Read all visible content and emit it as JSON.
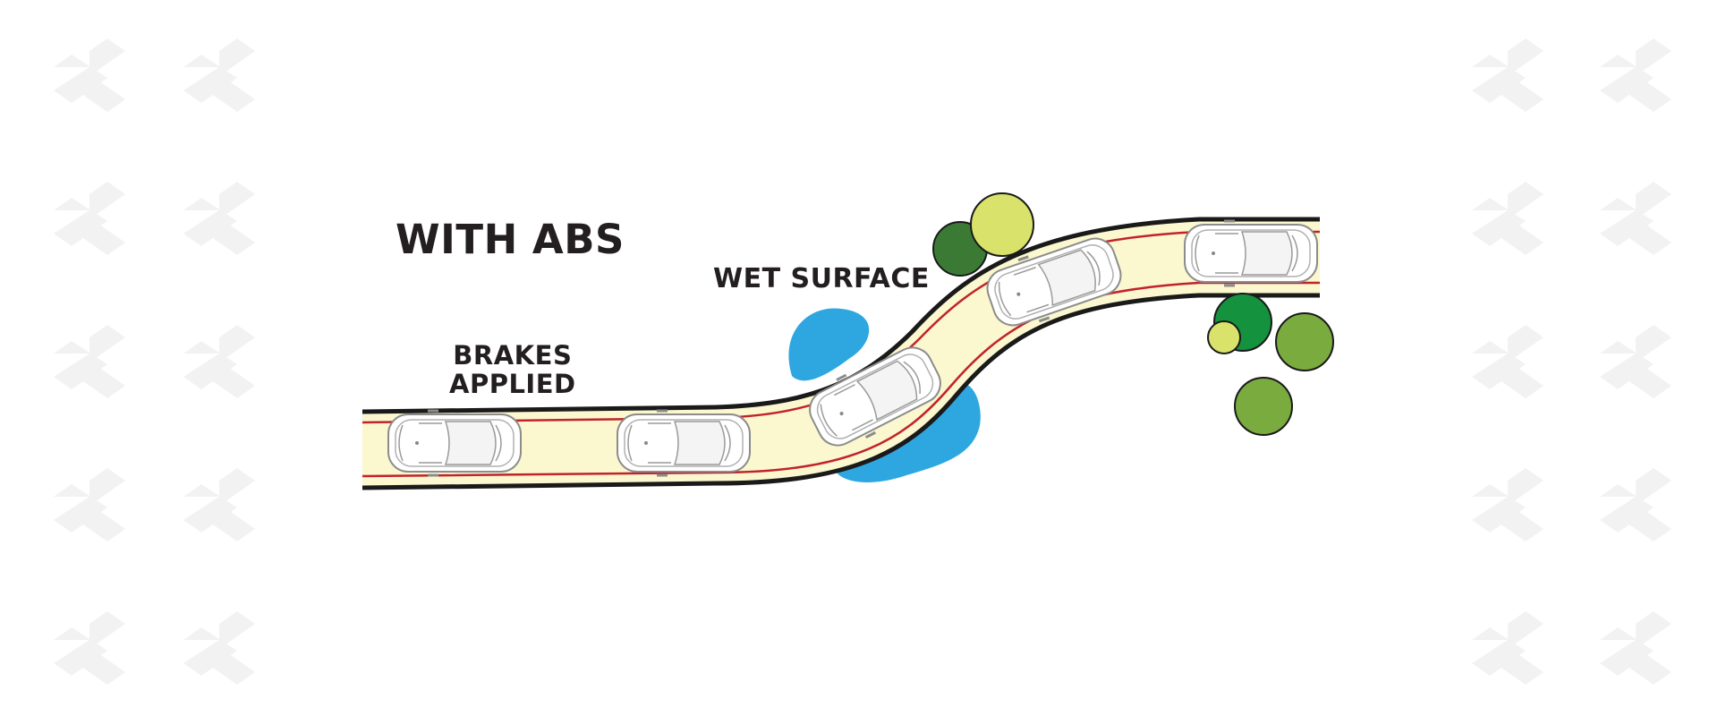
{
  "diagram": {
    "title": "WITH ABS",
    "labels": {
      "wet_surface": "WET SURFACE",
      "brakes_line1": "BRAKES",
      "brakes_line2": "APPLIED"
    },
    "colors": {
      "road_fill": "#fbf7cf",
      "road_edge": "#1a1a1a",
      "lane_line": "#c0232b",
      "water": "#2ea7e0",
      "tree_dark": "#3b7a35",
      "tree_mid": "#7aab3f",
      "tree_light": "#d9e36b",
      "tree_bright": "#15923d",
      "watermark": "#f2f2f2"
    },
    "car_count": 5,
    "watermark_icon": "suzuki-s-logo-icon"
  }
}
